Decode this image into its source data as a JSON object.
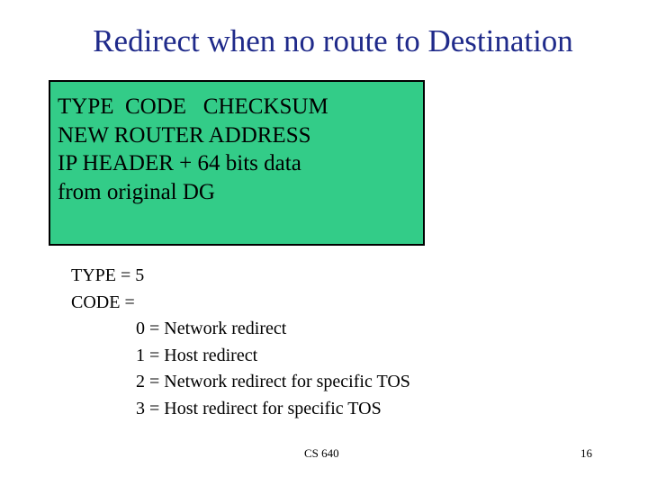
{
  "slide": {
    "title": "Redirect when no route to Destination",
    "colors": {
      "title": "#1f2a8a",
      "box_fill": "#33cc88",
      "box_border": "#000000"
    },
    "packet_format": {
      "lines": [
        "TYPE  CODE   CHECKSUM",
        "NEW ROUTER ADDRESS",
        "IP HEADER + 64 bits data",
        "from original DG"
      ]
    },
    "definitions": {
      "type_line": "TYPE = 5",
      "code_line": "CODE =",
      "codes": [
        "0 = Network redirect",
        "1 = Host redirect",
        "2 = Network redirect for specific TOS",
        "3 = Host redirect for specific TOS"
      ]
    },
    "footer": {
      "course": "CS 640",
      "page": "16"
    }
  }
}
